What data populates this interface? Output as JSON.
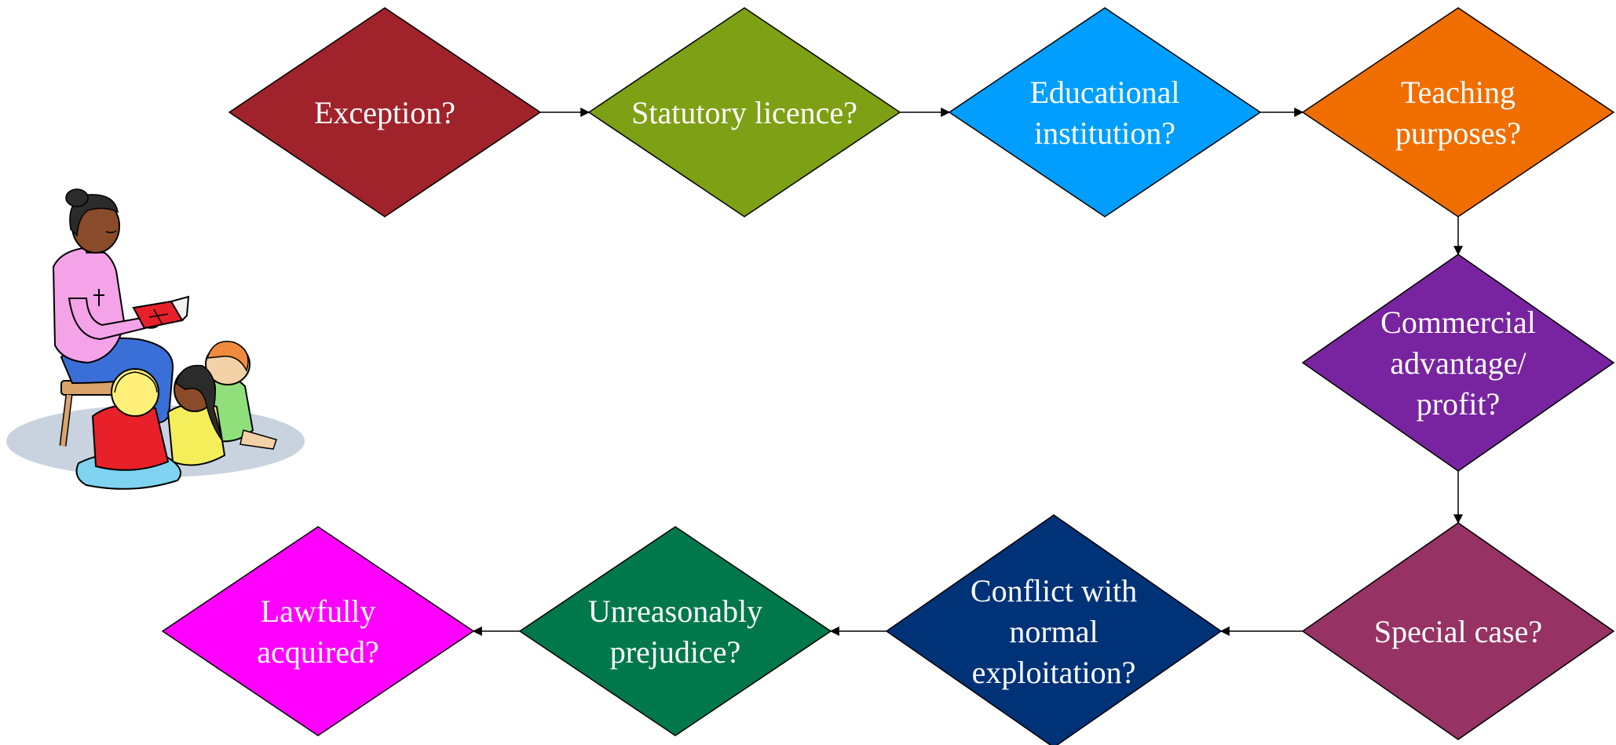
{
  "diagram": {
    "nodes": [
      {
        "id": "exception",
        "lines": [
          "Exception?"
        ],
        "color": "#A0222B"
      },
      {
        "id": "statutory-licence",
        "lines": [
          "Statutory licence?"
        ],
        "color": "#7DA014"
      },
      {
        "id": "educational-institution",
        "lines": [
          "Educational",
          "institution?"
        ],
        "color": "#009EFF"
      },
      {
        "id": "teaching-purposes",
        "lines": [
          "Teaching",
          "purposes?"
        ],
        "color": "#F06E00"
      },
      {
        "id": "commercial-advantage",
        "lines": [
          "Commercial",
          "advantage/",
          "profit?"
        ],
        "color": "#7824A0"
      },
      {
        "id": "special-case",
        "lines": [
          "Special case?"
        ],
        "color": "#963264"
      },
      {
        "id": "conflict-normal-exploitation",
        "lines": [
          "Conflict with",
          "normal",
          "exploitation?"
        ],
        "color": "#003278"
      },
      {
        "id": "unreasonably-prejudice",
        "lines": [
          "Unreasonably",
          "prejudice?"
        ],
        "color": "#00784B"
      },
      {
        "id": "lawfully-acquired",
        "lines": [
          "Lawfully",
          "acquired?"
        ],
        "color": "#FF00FF"
      }
    ],
    "edges": [
      {
        "from": "exception",
        "to": "statutory-licence"
      },
      {
        "from": "statutory-licence",
        "to": "educational-institution"
      },
      {
        "from": "educational-institution",
        "to": "teaching-purposes"
      },
      {
        "from": "teaching-purposes",
        "to": "commercial-advantage"
      },
      {
        "from": "commercial-advantage",
        "to": "special-case"
      },
      {
        "from": "special-case",
        "to": "conflict-normal-exploitation"
      },
      {
        "from": "conflict-normal-exploitation",
        "to": "unreasonably-prejudice"
      },
      {
        "from": "unreasonably-prejudice",
        "to": "lawfully-acquired"
      }
    ]
  },
  "illustration": {
    "icon": "teacher-reading-to-children-icon"
  }
}
